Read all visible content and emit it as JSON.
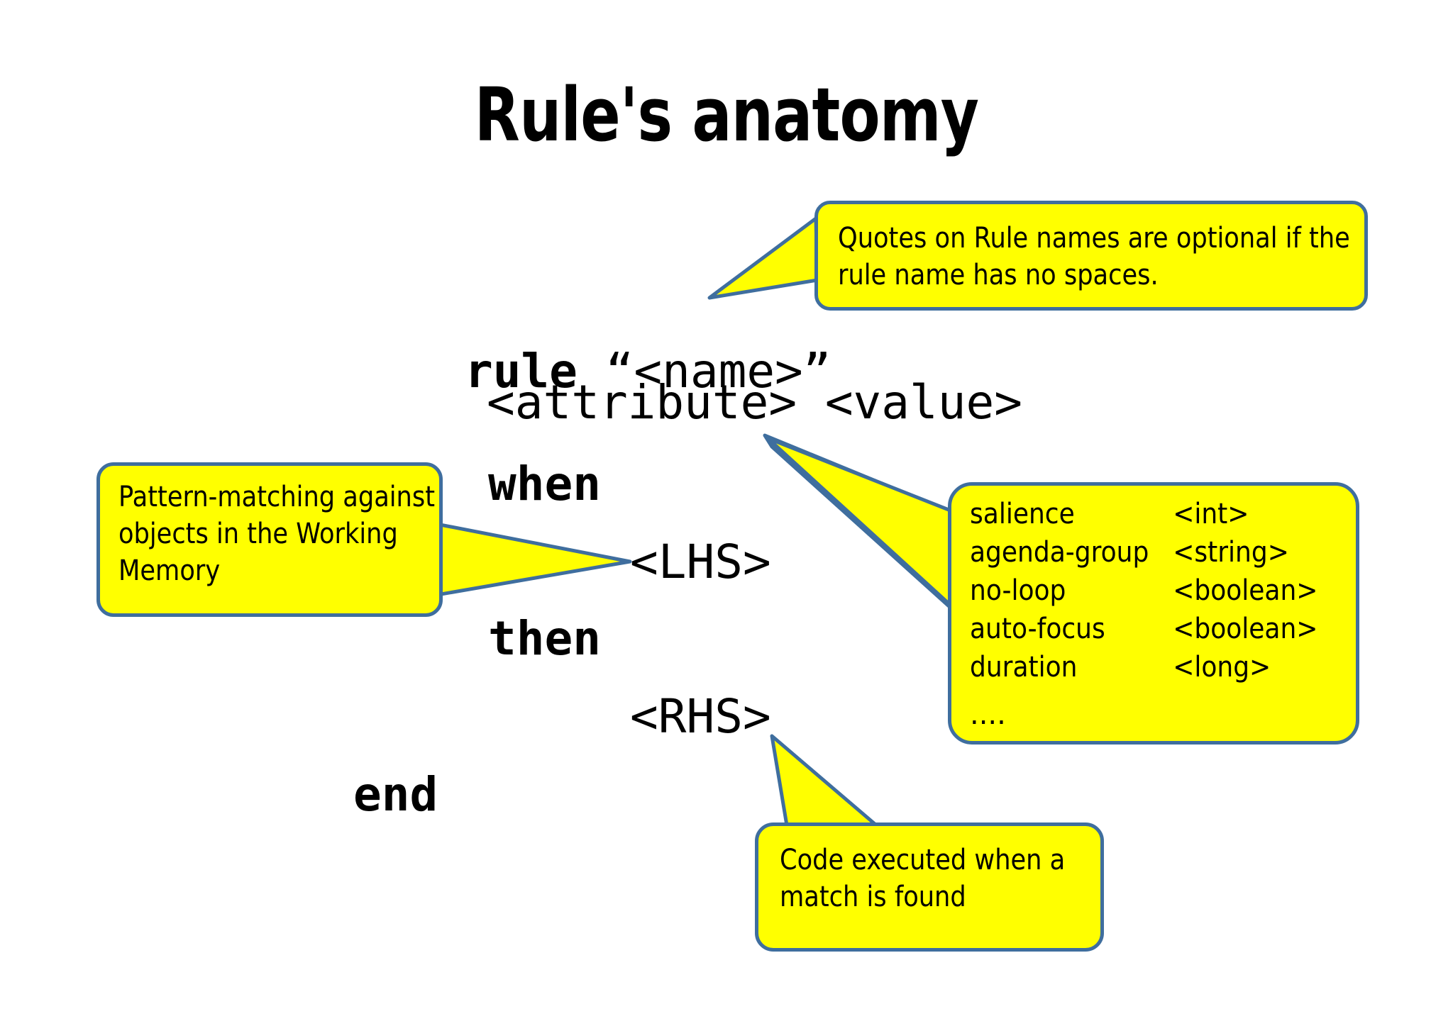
{
  "slide": {
    "title": "Rule's anatomy",
    "background_color": "#FFFFFF"
  },
  "code_block": {
    "lines": [
      {
        "id": "rule",
        "keyword": "rule",
        "rest": " “<name>”"
      },
      {
        "id": "attribute",
        "text": "<attribute> <value>"
      },
      {
        "id": "when",
        "text": "when"
      },
      {
        "id": "lhs",
        "text": "<LHS>"
      },
      {
        "id": "then",
        "text": "then"
      },
      {
        "id": "rhs",
        "text": "<RHS>"
      },
      {
        "id": "end",
        "text": "end"
      }
    ]
  },
  "callouts": {
    "quotes": {
      "text": "Quotes on Rule names are optional if the rule name has no spaces.",
      "fill_color": "#FFFF00",
      "border_color": "#3F6E9E"
    },
    "pattern": {
      "text": "Pattern-matching against objects in the Working Memory",
      "fill_color": "#FFFF00",
      "border_color": "#3F6E9E"
    },
    "attributes": {
      "rows": [
        {
          "name": "salience",
          "type": "<int>"
        },
        {
          "name": "agenda-group",
          "type": "<string>"
        },
        {
          "name": "no-loop",
          "type": "<boolean>"
        },
        {
          "name": "auto-focus",
          "type": "<boolean>"
        },
        {
          "name": "duration",
          "type": "<long>"
        }
      ],
      "ellipsis": "....",
      "fill_color": "#FFFF00",
      "border_color": "#3F6E9E"
    },
    "code_executed": {
      "text": "Code executed when a match is found",
      "fill_color": "#FFFF00",
      "border_color": "#3F6E9E"
    }
  }
}
